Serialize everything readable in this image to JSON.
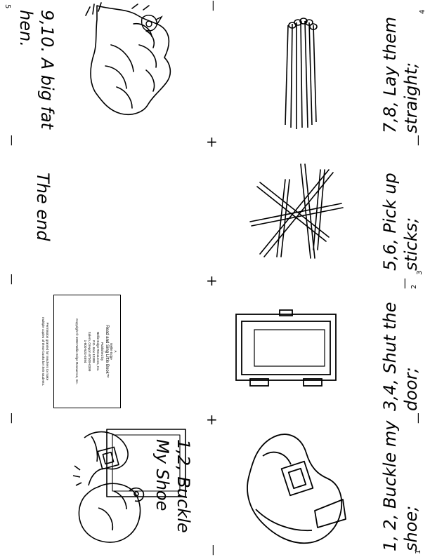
{
  "pages": {
    "p910": {
      "number": "5",
      "caption_line1": "9,10. A big fat",
      "caption_line2": "hen."
    },
    "end": {
      "caption": "The end"
    },
    "cover": {
      "caption_line1": "1,2, Buckle",
      "caption_line2": "My Shoe",
      "info_box": {
        "line1": "A",
        "line2": "Nellie Edge",
        "line3": "Read and Sing Little Book™",
        "line4": "Published by",
        "line5": "Nellie Edge Resources, Inc.",
        "line6": "P.O. Box 12399",
        "line7": "Salem, Oregon 97309-0399",
        "line8": "1-800-523-4594",
        "line9": "Copyright © 1992 Nellie Edge Resources, Inc."
      },
      "permission_line1": "Permission granted for teachers to make",
      "permission_line2": "multiple copies of these books for their students."
    },
    "p78": {
      "number": "4",
      "caption_line1": "7,8, Lay them",
      "caption_line2": "straight;"
    },
    "p56": {
      "number_left": "2",
      "number_right": "3",
      "caption_line1": "5,6, Pick up",
      "caption_line2": "sticks;"
    },
    "p34": {
      "caption_line1": "3,4, Shut the",
      "caption_line2": "door;"
    },
    "p12": {
      "number": "1",
      "caption_line1": "1, 2, Buckle my",
      "caption_line2": "shoe;"
    }
  },
  "marks": {
    "tick": "|",
    "plus": "+"
  }
}
